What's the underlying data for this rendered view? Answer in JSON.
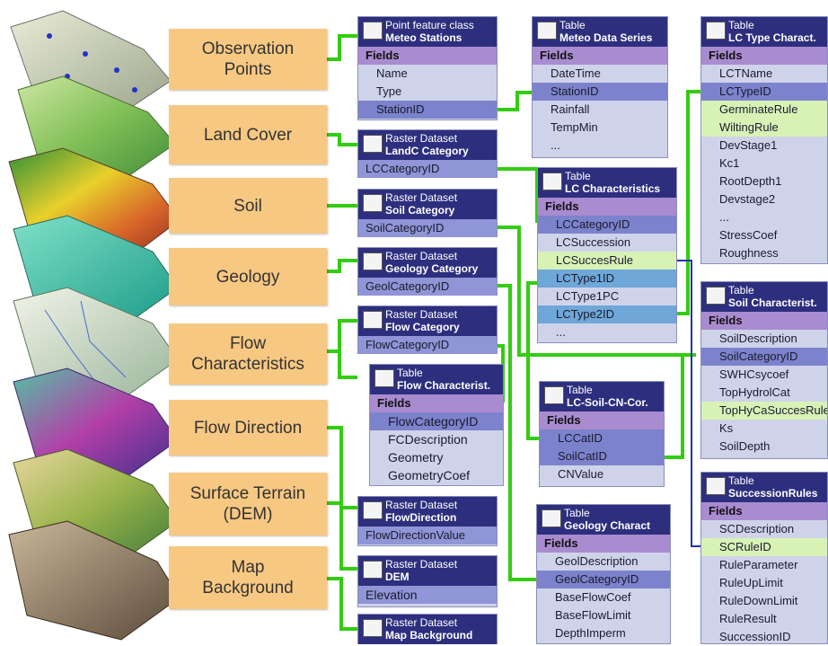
{
  "layers": [
    {
      "label": "Observation\nPoints"
    },
    {
      "label": "Land Cover"
    },
    {
      "label": "Soil"
    },
    {
      "label": "Geology"
    },
    {
      "label": "Flow\nCharacteristics"
    },
    {
      "label": "Flow Direction"
    },
    {
      "label": "Surface Terrain\n(DEM)"
    },
    {
      "label": "Map\nBackground"
    }
  ],
  "datasets": [
    {
      "type": "Point feature class",
      "name": "Meteo Stations",
      "fields_label": "Fields",
      "fields": [
        "Name",
        "Type",
        "StationID"
      ]
    },
    {
      "type": "Raster Dataset",
      "name": "LandC Category",
      "single": "LCCategoryID"
    },
    {
      "type": "Raster Dataset",
      "name": "Soil Category",
      "single": "SoilCategoryID"
    },
    {
      "type": "Raster Dataset",
      "name": "Geology Category",
      "single": "GeolCategoryID"
    },
    {
      "type": "Raster Dataset",
      "name": "Flow Category",
      "single": "FlowCategoryID"
    },
    {
      "type": "Raster Dataset",
      "name": "FlowDirection",
      "single": "FlowDirectionValue"
    },
    {
      "type": "Raster Dataset",
      "name": "DEM",
      "single": "Elevation"
    },
    {
      "type": "Raster Dataset",
      "name": "Map Background"
    }
  ],
  "tables": {
    "meteo_series": {
      "type": "Table",
      "name": "Meteo Data Series",
      "fields_label": "Fields",
      "fields": [
        "DateTime",
        "StationID",
        "Rainfall",
        "TempMin",
        "..."
      ]
    },
    "lc_characteristics": {
      "type": "Table",
      "name": "LC Characteristics",
      "fields_label": "Fields",
      "fields": [
        "LCCategoryID",
        "LCSuccession",
        "LCSuccesRule",
        "LCType1ID",
        "LCType1PC",
        "LCType2ID",
        "..."
      ]
    },
    "flow_characterist": {
      "type": "Table",
      "name": "Flow Characterist.",
      "fields_label": "Fields",
      "fields": [
        "FlowCategoryID",
        "FCDescription",
        "Geometry",
        "GeometryCoef"
      ]
    },
    "lc_soil_cn": {
      "type": "Table",
      "name": "LC-Soil-CN-Cor.",
      "fields_label": "Fields",
      "fields": [
        "LCCatID",
        "SoilCatID",
        "CNValue"
      ]
    },
    "geology_charact": {
      "type": "Table",
      "name": "Geology Charact",
      "fields_label": "Fields",
      "fields": [
        "GeolDescription",
        "GeolCategoryID",
        "BaseFlowCoef",
        "BaseFlowLimit",
        "DepthImperm"
      ]
    },
    "lc_type": {
      "type": "Table",
      "name": "LC Type Charact.",
      "fields_label": "Fields",
      "fields": [
        "LCTName",
        "LCTypeID",
        "GerminateRule",
        "WiltingRule",
        "DevStage1",
        "Kc1",
        "RootDepth1",
        "Devstage2",
        "...",
        "StressCoef",
        "Roughness"
      ]
    },
    "soil_characterist": {
      "type": "Table",
      "name": "Soil Characterist.",
      "fields_label": "Fields",
      "fields": [
        "SoilDescription",
        "SoilCategoryID",
        "SWHCsycoef",
        "TopHydrolCat",
        "TopHyCaSuccesRule",
        "Ks",
        "SoilDepth"
      ]
    },
    "succession_rules": {
      "type": "Table",
      "name": "SuccessionRules",
      "fields_label": "Fields",
      "fields": [
        "SCDescription",
        "SCRuleID",
        "RuleParameter",
        "RuleUpLimit",
        "RuleDownLimit",
        "RuleResult",
        "SuccessionID"
      ]
    }
  }
}
